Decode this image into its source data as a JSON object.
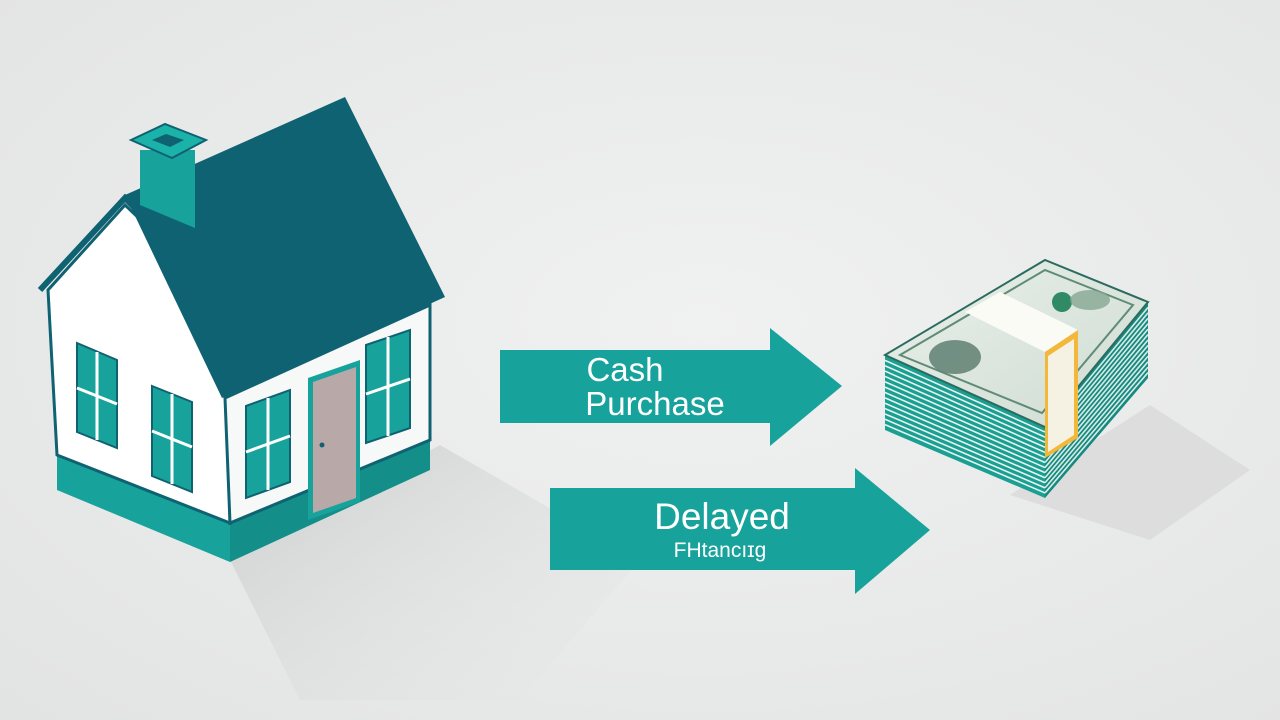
{
  "arrows": {
    "cash_purchase": {
      "line1": "Cash",
      "line2": "Purchase"
    },
    "delayed_financing": {
      "line1": "Delayed",
      "line2": "FΗtancıɪg"
    }
  },
  "icons": {
    "house": "house-icon",
    "cash": "cash-stack-icon"
  },
  "colors": {
    "background": "#e9eaea",
    "teal": "#17a39b",
    "roof": "#0f6271",
    "walls": "#ffffff",
    "door": "#b9a8a8",
    "band": "#f3b73a"
  }
}
